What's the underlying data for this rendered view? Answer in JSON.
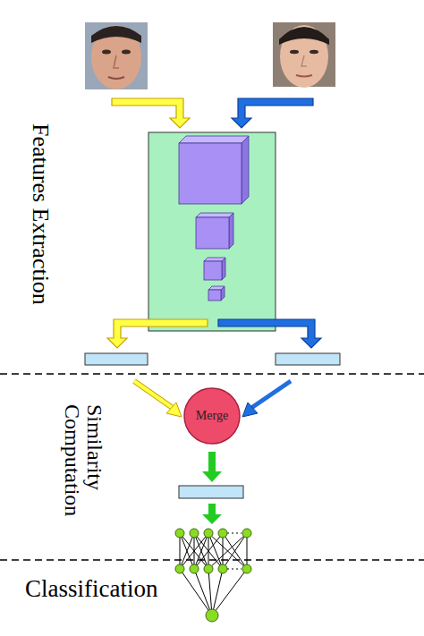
{
  "diagram": {
    "nodes": [
      {
        "text": [
          "Merge"
        ]
      }
    ],
    "labels": [
      "Features Extraction",
      "Similarity Computation",
      "Classification"
    ]
  }
}
